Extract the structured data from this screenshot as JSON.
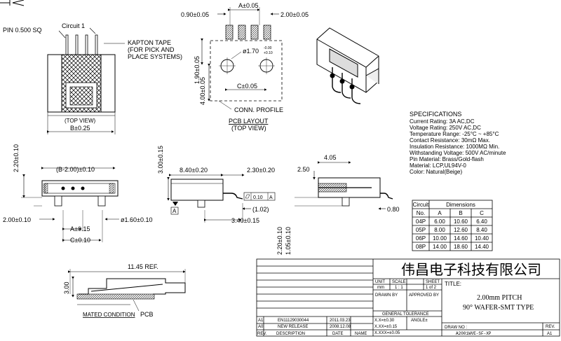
{
  "top_view": {
    "pin_label": "PIN 0.500 SQ",
    "circuit_label": "Circuit 1",
    "kapton_lines": [
      "KAPTON TAPE",
      "(FOR PICK AND",
      "PLACE SYSTEMS)"
    ],
    "view_label": "(TOP VIEW)",
    "dim_b": "B±0.25"
  },
  "pcb_layout": {
    "dim_a": "A±0.05",
    "dim_pitch_left": "0.90±0.05",
    "dim_pitch_right": "2.00±0.05",
    "dim_hole": "ø1.70",
    "dim_hole_tol_upper": "-0.00",
    "dim_hole_tol_lower": "+0.10",
    "dim_c": "C±0.05",
    "dim_190": "1.90±0.05",
    "dim_400": "4.00±0.05",
    "conn_profile": "CONN. PROFILE",
    "title": "PCB LAYOUT",
    "subtitle": "(TOP VIEW)"
  },
  "specifications": {
    "heading": "SPECIFICATIONS",
    "lines": [
      "Current Rating: 3A AC,DC",
      "Voltage Rating: 250V AC,DC",
      "Temperature Range: -25°C ~ +85°C",
      "Contact Resistance: 30mΩ Max.",
      "Insulation Resistance: 1000MΩ Min.",
      "Withstanding Voltage: 500V AC/minute",
      "Pin Material: Brass/Gold-flash",
      "Material: LCP,UL94V-0",
      "Color: Natural(Beige)"
    ]
  },
  "front_view": {
    "dim_b_minus": "(B-2.00)±0.10",
    "dim_220": "2.20±0.10",
    "dim_200": "2.00±0.10",
    "dim_a": "A±0.15",
    "dim_c": "C±0.10",
    "dim_hole": "ø1.60±0.10"
  },
  "side_view": {
    "dim_300": "3.00±0.15",
    "dim_840": "8.40±0.20",
    "dim_230": "2.30±0.20",
    "datum": "A",
    "flatness": "0.10",
    "flatness_ref": "A",
    "dim_102": "(1.02)",
    "dim_340": "3.40±0.15"
  },
  "section_view": {
    "dim_405": "4.05",
    "dim_250": "2.50",
    "dim_080": "0.80",
    "dim_220": "2.20±0.10",
    "dim_105": "1.05±0.10"
  },
  "dimension_table": {
    "col_circuit": "Circuit",
    "col_no": "No.",
    "col_dims": "Dimensions",
    "col_a": "A",
    "col_b": "B",
    "col_c": "C",
    "rows": [
      [
        "04P",
        "6.00",
        "10.60",
        "6.40"
      ],
      [
        "05P",
        "8.00",
        "12.60",
        "8.40"
      ],
      [
        "06P",
        "10.00",
        "14.60",
        "10.40"
      ],
      [
        "08P",
        "14.00",
        "18.60",
        "14.40"
      ]
    ]
  },
  "mated_view": {
    "dim_ref": "11.45 REF.",
    "dim_300": "3.00",
    "mated_label": "MATED CONDITION",
    "pcb_label": "PCB"
  },
  "title_block": {
    "company": "伟昌电子科技有限公司",
    "unit": "UNIT",
    "scale": "SCALE",
    "sheet": "SHEET",
    "unit_val": "mm",
    "scale_val": "1 : 1",
    "sheet_val": "1 of 2",
    "title_label": "TITLE:",
    "title_line1": "2.00mm PITCH",
    "title_line2": "90° WAFER-SMT TYPE",
    "drawn_by": "DRAWN BY",
    "approved_by": "APPROVED BY",
    "general_tolerance": "GENERAL TOLERANCE",
    "tol_x": "X.X=±0.30",
    "tol_xx": "X.XX=±0.15",
    "tol_xxx": "X.XXX=±0.05",
    "angle": "ANGLE±",
    "drawing_no_label": "DRAW NO :",
    "drawing_no": "A2001WVE-SF-XP",
    "rev_label": "REV.",
    "rev_value": "A1",
    "revisions": [
      [
        "A1",
        "EN11129030044",
        "2011.03.23"
      ],
      [
        "A0",
        "NEW RELEASE",
        "2008.12.08"
      ]
    ],
    "rev_col": "REV.",
    "desc_col": "DESCRIPTION",
    "date_col": "DATE",
    "name_col": "NAME"
  }
}
